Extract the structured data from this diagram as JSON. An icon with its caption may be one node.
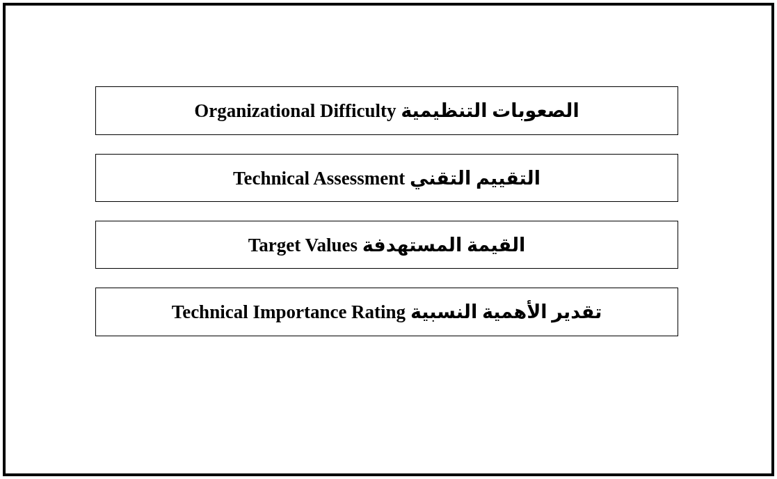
{
  "diagram": {
    "nodes": [
      {
        "text": [
          "الصعوبات التنظيمية Organizational Difficulty"
        ]
      },
      {
        "text": [
          "التقييم التقني Technical Assessment"
        ]
      },
      {
        "text": [
          "القيمة المستهدفة Target Values"
        ]
      },
      {
        "text": [
          "تقدير الأهمية النسبية Technical Importance Rating"
        ]
      }
    ]
  }
}
